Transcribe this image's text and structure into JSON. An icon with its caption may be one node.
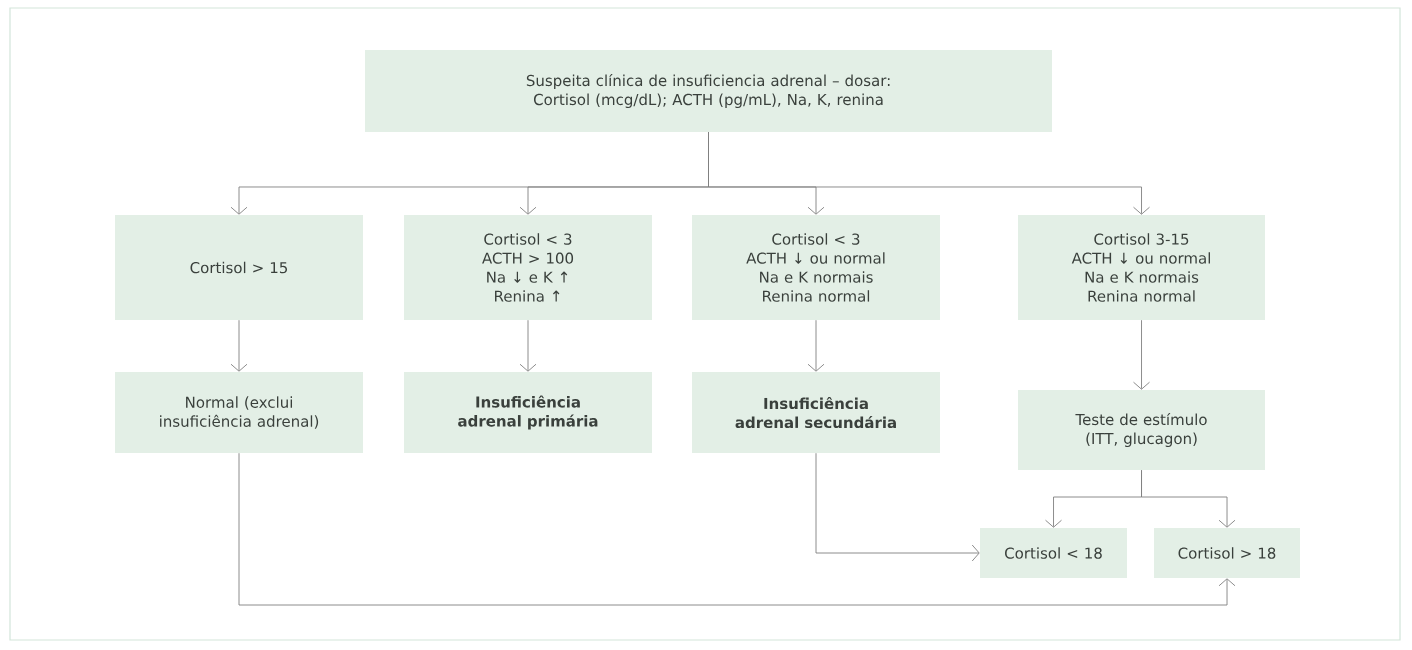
{
  "diagram": {
    "nodes": [
      {
        "text": [
          "Suspeita clínica de insuficiencia adrenal – dosar: Cortisol (mcg/dL); ACTH (pg/mL), Na, K, renina"
        ]
      },
      {
        "text": [
          "Cortisol > 15"
        ]
      },
      {
        "text": [
          "Cortisol < 3",
          "ACTH > 100",
          "Na ↓ e K ↑",
          "Renina ↑"
        ]
      },
      {
        "text": [
          "Cortisol < 3",
          "ACTH ↓ ou normal",
          "Na e K normais",
          "Renina normal"
        ]
      },
      {
        "text": [
          "Cortisol 3-15",
          "ACTH ↓ ou normal",
          "Na e K normais",
          "Renina normal"
        ]
      },
      {
        "text": [
          "Normal (exclui insuficiência adrenal)"
        ]
      },
      {
        "text": [
          "Insuficiência adrenal primária"
        ]
      },
      {
        "text": [
          "Insuficiência adrenal secundária"
        ]
      },
      {
        "text": [
          "Teste de estímulo (ITT, glucagon)"
        ]
      },
      {
        "text": [
          "Cortisol < 18"
        ]
      },
      {
        "text": [
          "Cortisol > 18"
        ]
      }
    ],
    "edges": [
      {
        "from": 0,
        "to": 1,
        "arrow": "to"
      },
      {
        "from": 0,
        "to": 2,
        "arrow": "to"
      },
      {
        "from": 0,
        "to": 3,
        "arrow": "to"
      },
      {
        "from": 0,
        "to": 4,
        "arrow": "to"
      },
      {
        "from": 1,
        "to": 5,
        "arrow": "to"
      },
      {
        "from": 2,
        "to": 6,
        "arrow": "to"
      },
      {
        "from": 3,
        "to": 7,
        "arrow": "to"
      },
      {
        "from": 4,
        "to": 8,
        "arrow": "to"
      },
      {
        "from": 8,
        "to": 9,
        "arrow": "to"
      },
      {
        "from": 8,
        "to": 10,
        "arrow": "to"
      },
      {
        "from": 7,
        "to": 9,
        "arrow": "to"
      },
      {
        "from": 5,
        "to": 10,
        "arrow": "to"
      }
    ]
  }
}
